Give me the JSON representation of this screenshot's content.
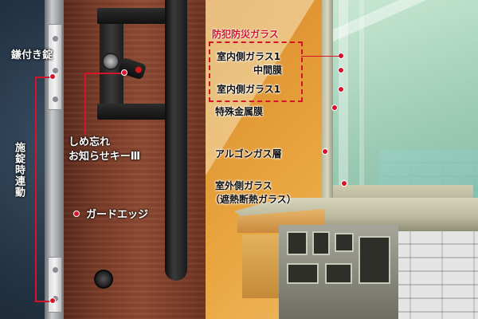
{
  "left_panel": {
    "labels": {
      "keyed_hinge": "鎌付き錠",
      "sync_lock": "施錠時連動",
      "forget_reminder_line1": "しめ忘れ",
      "forget_reminder_line2": "お知らせキーⅢ",
      "guard_edge": "ガードエッジ"
    }
  },
  "right_panel": {
    "title": "防犯防災ガラス",
    "labels": {
      "room_glass_1": "室内側ガラス1",
      "middle_film": "中間膜",
      "room_glass_2": "室内側ガラス1",
      "special_metal_film": "特殊金属膜",
      "argon_layer": "アルゴンガス層",
      "outer_glass": "室外側ガラス",
      "outer_glass_note": "（遮熱断熱ガラス）"
    }
  },
  "colors": {
    "accent_red": "#d3142a",
    "door_brown": "#7a3b28",
    "frame_beige": "#c9c8ad",
    "glass_green": "#9fd3c0"
  }
}
